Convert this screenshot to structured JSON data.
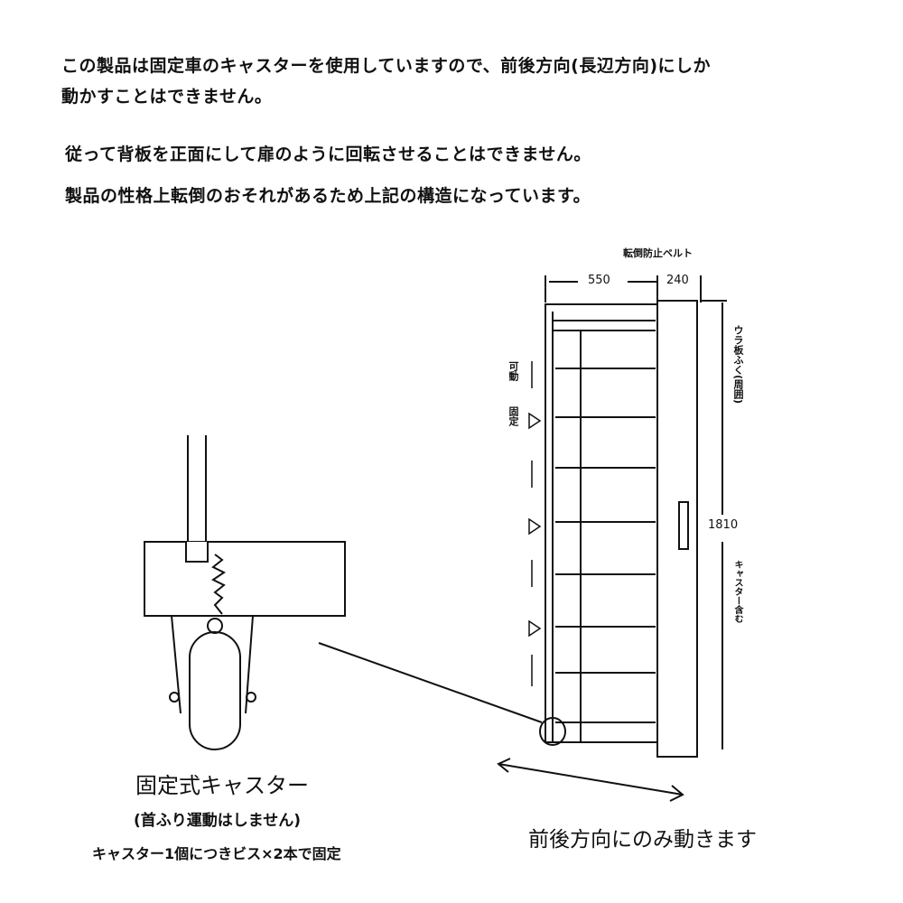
{
  "paragraphs": [
    "この製品は固定車のキャスターを使用していますので、前後方向(長辺方向)にしか",
    "動かすことはできません。",
    "従って背板を正面にして扉のように回転させることはできません。",
    "製品の性格上転倒のおそれがあるため上記の構造になっています。"
  ],
  "diagram": {
    "belt_label": "転倒防止ベルト",
    "width_dim": "550",
    "depth_dim": "240",
    "height_dim": "1810",
    "back_label": "ウラ板ふく(周囲)",
    "caster_incl_label": "キャスター含む",
    "movable_label": "可動",
    "fixed_label": "固定"
  },
  "caster": {
    "title": "固定式キャスター",
    "note": "(首ふり運動はしません)",
    "screw_note": "キャスター1個につきビス×2本で固定"
  },
  "motion_label": "前後方向にのみ動きます"
}
